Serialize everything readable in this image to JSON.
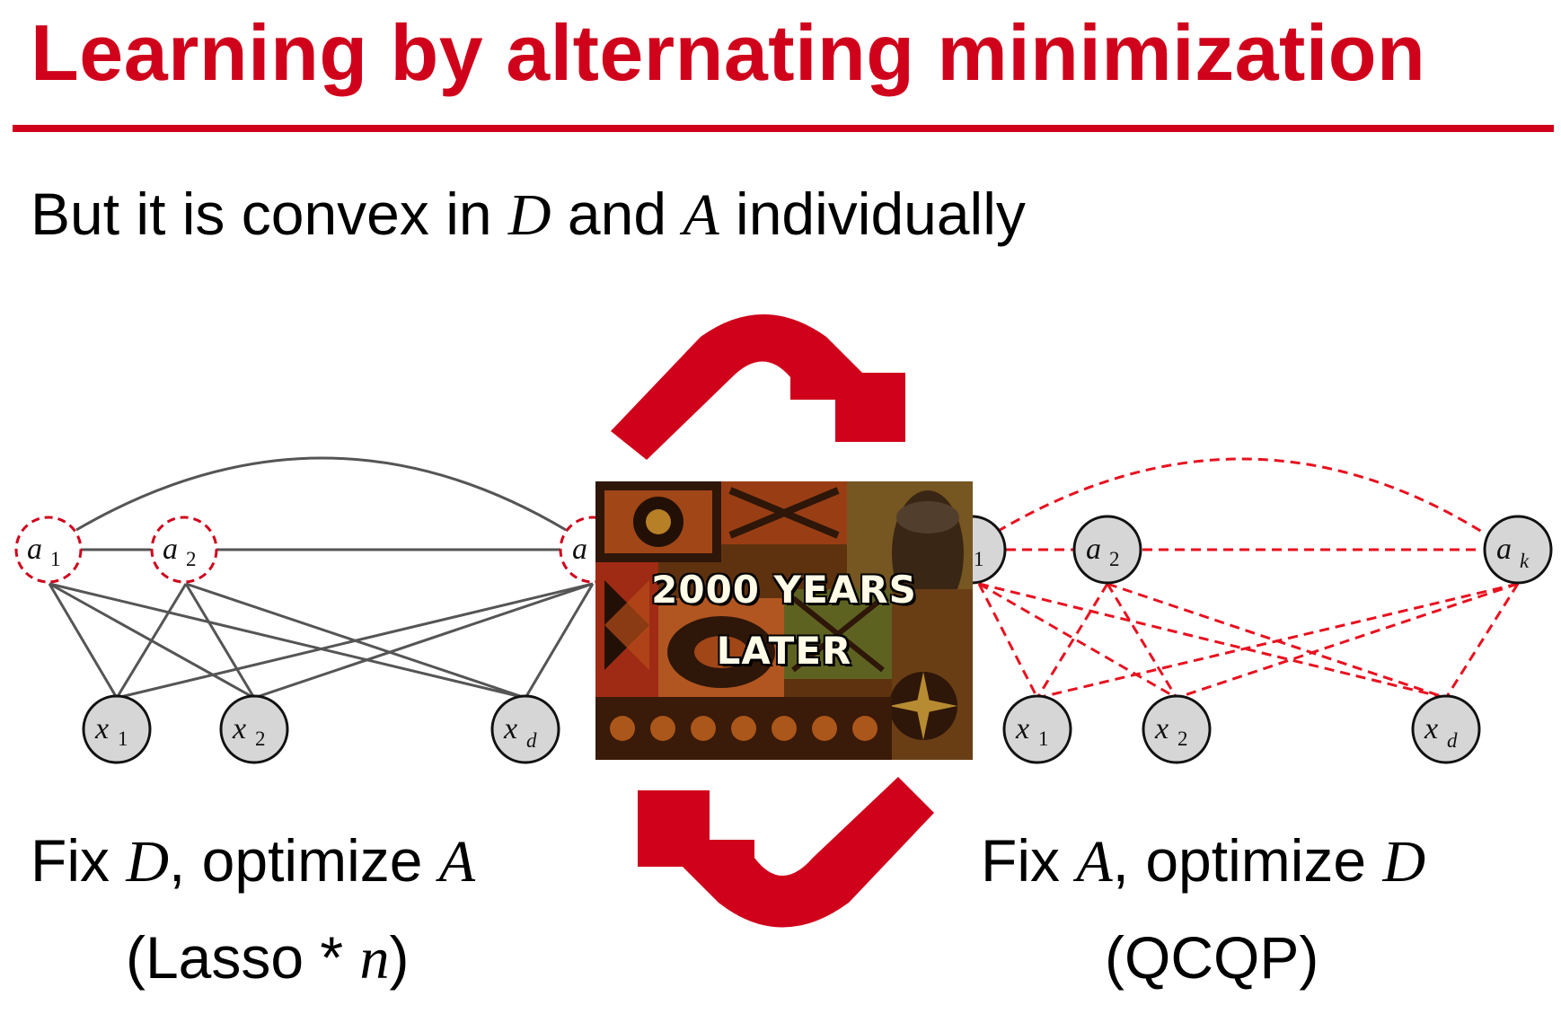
{
  "slide": {
    "title": "Learning by alternating minimization",
    "subtitle": {
      "pre": "But it is convex in ",
      "var1": "D",
      "mid": " and ",
      "var2": "A",
      "post": " individually"
    },
    "left_caption": {
      "pre": "Fix ",
      "fixed_var": "D",
      "mid": ", optimize ",
      "opt_var": "A",
      "line2_pre": "(Lasso * ",
      "line2_var": "n",
      "line2_post": ")"
    },
    "right_caption": {
      "pre": "Fix ",
      "fixed_var": "A",
      "mid": ", optimize ",
      "opt_var": "D",
      "line2": "(QCQP)"
    },
    "banner": {
      "line1": "2000 YEARS",
      "line2": "LATER"
    }
  },
  "left_graph": {
    "top_nodes": [
      {
        "base": "a",
        "sub": "1"
      },
      {
        "base": "a",
        "sub": "2"
      },
      {
        "base": "a",
        "sub": ""
      }
    ],
    "bottom_nodes": [
      {
        "base": "x",
        "sub": "1"
      },
      {
        "base": "x",
        "sub": "2"
      },
      {
        "base": "x",
        "sub": "d"
      }
    ]
  },
  "right_graph": {
    "top_nodes": [
      {
        "base": "",
        "sub": "1"
      },
      {
        "base": "a",
        "sub": "2"
      },
      {
        "base": "a",
        "sub": "k"
      }
    ],
    "bottom_nodes": [
      {
        "base": "x",
        "sub": "1"
      },
      {
        "base": "x",
        "sub": "2"
      },
      {
        "base": "x",
        "sub": "d"
      }
    ]
  },
  "colors": {
    "accent": "#d0021b",
    "solid_edge": "#555555",
    "node_fill": "#d6d6d6"
  }
}
